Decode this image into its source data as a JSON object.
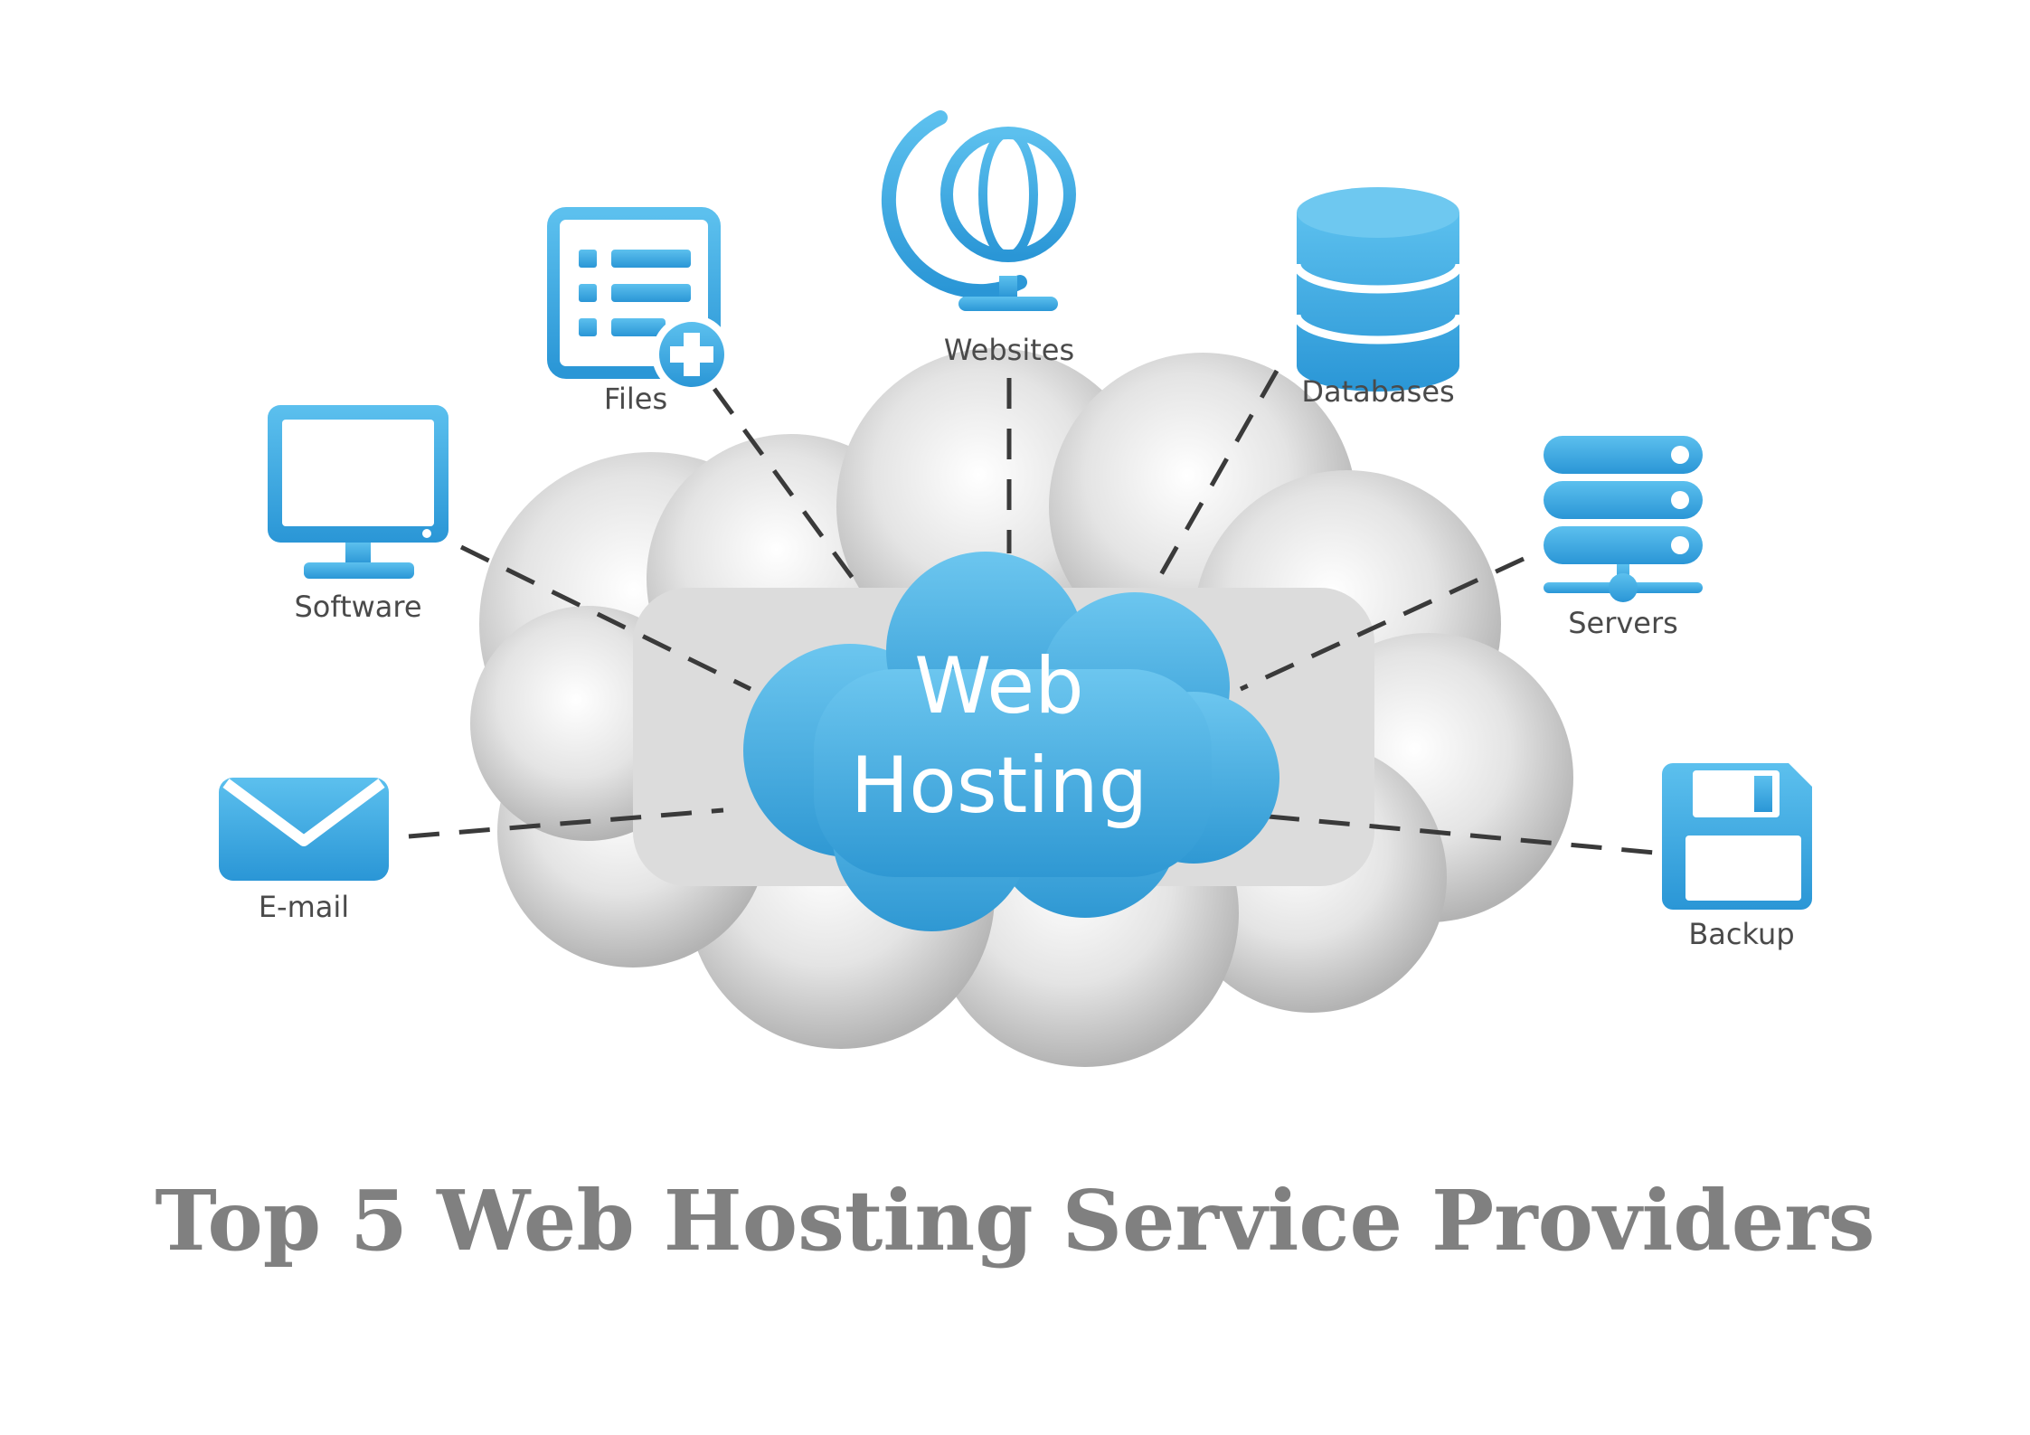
{
  "diagram": {
    "center": {
      "line1": "Web",
      "line2": "Hosting"
    },
    "items": {
      "websites": "Websites",
      "files": "Files",
      "databases": "Databases",
      "software": "Software",
      "servers": "Servers",
      "email": "E-mail",
      "backup": "Backup"
    }
  },
  "caption": "Top 5 Web Hosting Service Providers",
  "colors": {
    "icon_blue": "#3aa9e0",
    "center_cloud": "#3ea8dc",
    "grey_cloud": "#cfcfcf",
    "caption_text": "#808080",
    "label_text": "#4a4a4a"
  }
}
